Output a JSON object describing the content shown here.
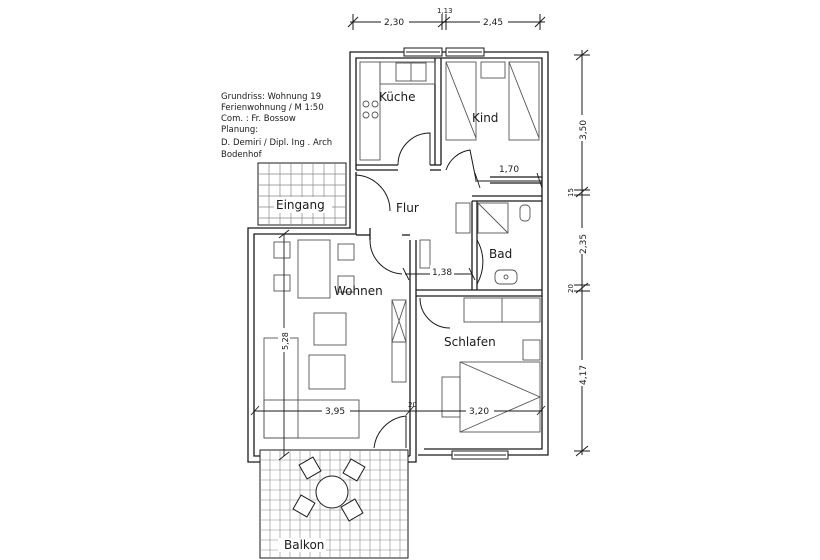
{
  "title_block": {
    "lines": [
      "Grundriss: Wohnung 19",
      "Ferienwohnung / M 1:50",
      "Com. : Fr. Bossow",
      "Planung:",
      "D. Demiri / Dipl. Ing . Arch",
      "Bodenhof"
    ]
  },
  "rooms": {
    "kueche": "Küche",
    "kind": "Kind",
    "flur": "Flur",
    "bad": "Bad",
    "eingang": "Eingang",
    "wohnen": "Wohnen",
    "schlafen": "Schlafen",
    "balkon": "Balkon"
  },
  "dimensions": {
    "top": [
      "2,30",
      "1,13",
      "2,45"
    ],
    "right": [
      "3,50",
      "15",
      "2,35",
      "20",
      "4,17"
    ],
    "internal": {
      "kind_width": "1,70",
      "flur_width": "1,38",
      "wohnen_width": "3,95",
      "wall": "20",
      "schlafen_width": "3,20",
      "wohnen_depth": "5,28"
    }
  },
  "colors": {
    "line": "#1a1a1a",
    "furniture": "#555555",
    "background": "#ffffff"
  }
}
